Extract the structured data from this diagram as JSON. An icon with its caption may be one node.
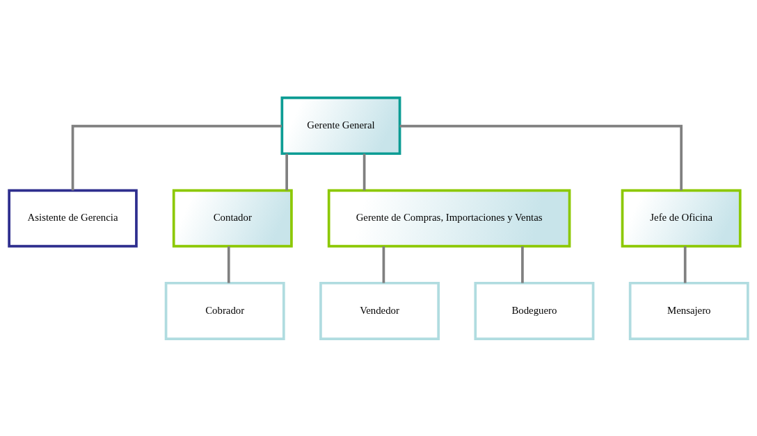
{
  "diagram": {
    "nodes": [
      {
        "text": [
          "Gerente General"
        ]
      },
      {
        "text": [
          "Asistente de Gerencia"
        ]
      },
      {
        "text": [
          "Contador"
        ]
      },
      {
        "text": [
          "Gerente de Compras, Importaciones y Ventas"
        ]
      },
      {
        "text": [
          "Jefe de Oficina"
        ]
      },
      {
        "text": [
          "Cobrador"
        ]
      },
      {
        "text": [
          "Vendedor"
        ]
      },
      {
        "text": [
          "Bodeguero"
        ]
      },
      {
        "text": [
          "Mensajero"
        ]
      }
    ],
    "edges": [
      {
        "from": 0,
        "to": 1,
        "arrow": "none"
      },
      {
        "from": 0,
        "to": 2,
        "arrow": "none"
      },
      {
        "from": 0,
        "to": 3,
        "arrow": "none"
      },
      {
        "from": 0,
        "to": 4,
        "arrow": "none"
      },
      {
        "from": 2,
        "to": 5,
        "arrow": "none"
      },
      {
        "from": 3,
        "to": 6,
        "arrow": "none"
      },
      {
        "from": 3,
        "to": 7,
        "arrow": "none"
      },
      {
        "from": 4,
        "to": 8,
        "arrow": "none"
      }
    ]
  }
}
